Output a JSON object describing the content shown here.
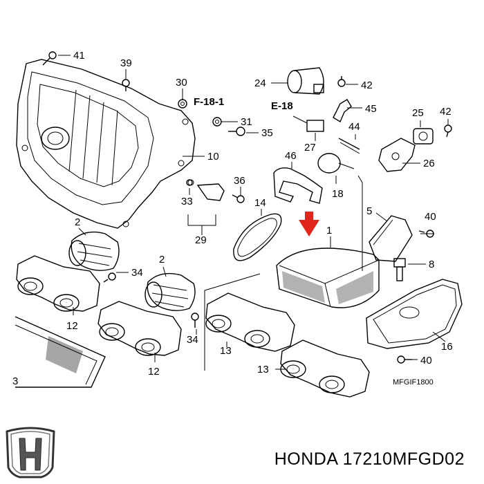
{
  "diagram": {
    "callouts": {
      "c1": "1",
      "c2a": "2",
      "c2b": "2",
      "c3": "3",
      "c5": "5",
      "c8": "8",
      "c10": "10",
      "c12a": "12",
      "c12b": "12",
      "c13a": "13",
      "c13b": "13",
      "c14": "14",
      "c16": "16",
      "c18": "18",
      "c24": "24",
      "c25": "25",
      "c26": "26",
      "c27": "27",
      "c29": "29",
      "c30": "30",
      "c31": "31",
      "c33": "33",
      "c34a": "34",
      "c34b": "34",
      "c35": "35",
      "c36": "36",
      "c39": "39",
      "c40a": "40",
      "c40b": "40",
      "c41": "41",
      "c42a": "42",
      "c42b": "42",
      "c44": "44",
      "c45": "45",
      "c46": "46"
    },
    "references": {
      "r1": "F-18-1",
      "r2": "E-18"
    },
    "figure_code": "MFGIF1800",
    "highlight_color": "#e0261b"
  },
  "footer": {
    "brand_logo": "honda-logo-icon",
    "caption": "HONDA 17210MFGD02"
  }
}
